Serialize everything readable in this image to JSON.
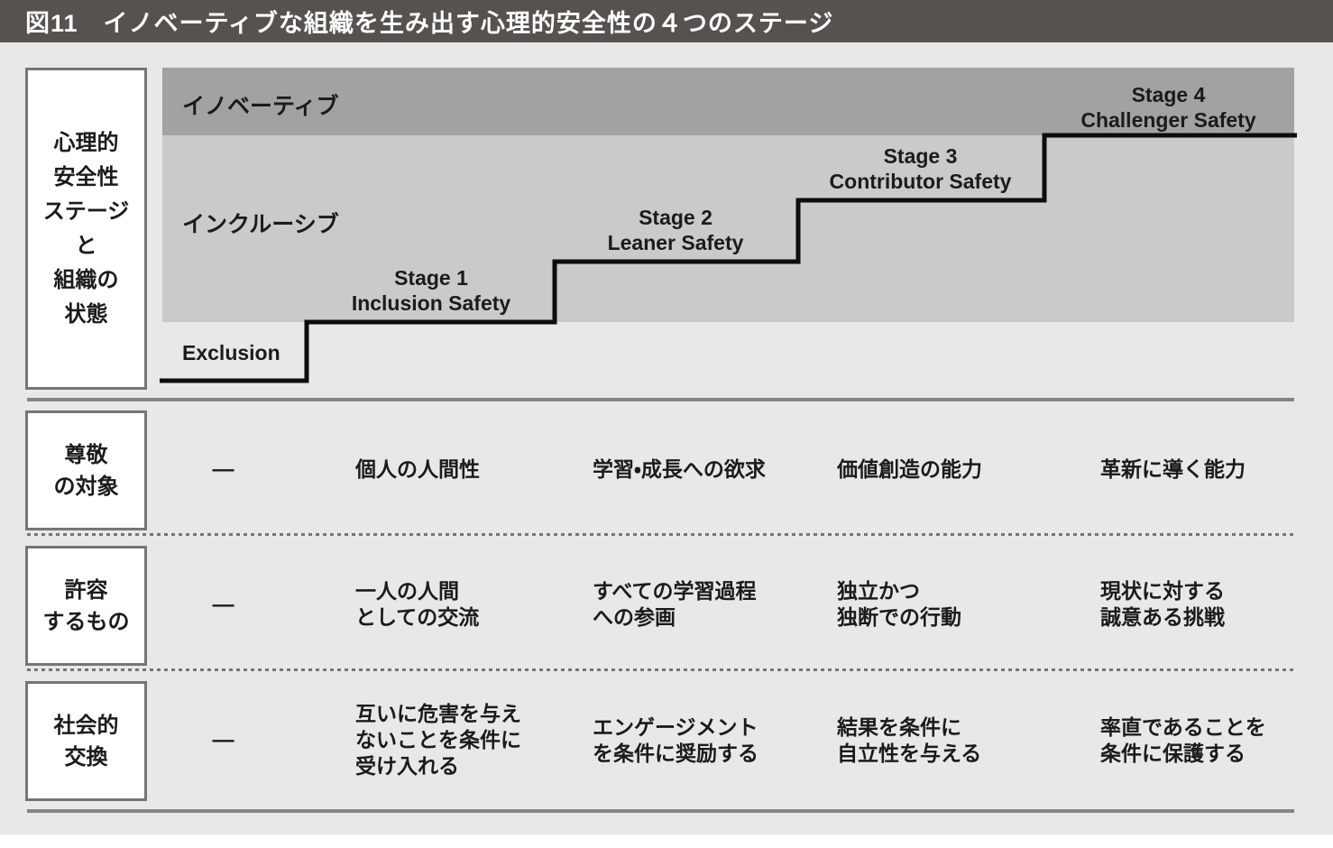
{
  "title_bar": {
    "label": "図11",
    "title": "イノベーティブな組織を生み出す心理的安全性の４つのステージ"
  },
  "colors": {
    "title_bar_bg": "#56524f",
    "page_bg": "#e8e8e6",
    "band_innovative": "#a1a3a1",
    "band_inclusive": "#c9cbc9",
    "staircase_line": "#0d0d0d",
    "separator": "#858585"
  },
  "figure": {
    "side_label": "心理的\n安全性\nステージ\nと\n組織の\n状態",
    "bands": [
      {
        "name": "innovative",
        "label": "イノベーティブ"
      },
      {
        "name": "inclusive",
        "label": "インクルーシブ"
      }
    ],
    "baseline_label": "Exclusion",
    "stages": [
      {
        "id": "Stage 1",
        "name": "Inclusion Safety"
      },
      {
        "id": "Stage 2",
        "name": "Leaner Safety"
      },
      {
        "id": "Stage 3",
        "name": "Contributor Safety"
      },
      {
        "id": "Stage 4",
        "name": "Challenger Safety"
      }
    ]
  },
  "table": {
    "rows": [
      {
        "header": "尊敬\nの対象",
        "cells": [
          "—",
          "個人の人間性",
          "学習・成長への欲求",
          "価値創造の能力",
          "革新に導く能力"
        ]
      },
      {
        "header": "許容\nするもの",
        "cells": [
          "—",
          "一人の人間\nとしての交流",
          "すべての学習過程\nへの参画",
          "独立かつ\n独断での行動",
          "現状に対する\n誠意ある挑戦"
        ]
      },
      {
        "header": "社会的\n交換",
        "cells": [
          "—",
          "互いに危害を与え\nないことを条件に\n受け入れる",
          "エンゲージメント\nを条件に奨励する",
          "結果を条件に\n自立性を与える",
          "率直であることを\n条件に保護する"
        ]
      }
    ]
  }
}
